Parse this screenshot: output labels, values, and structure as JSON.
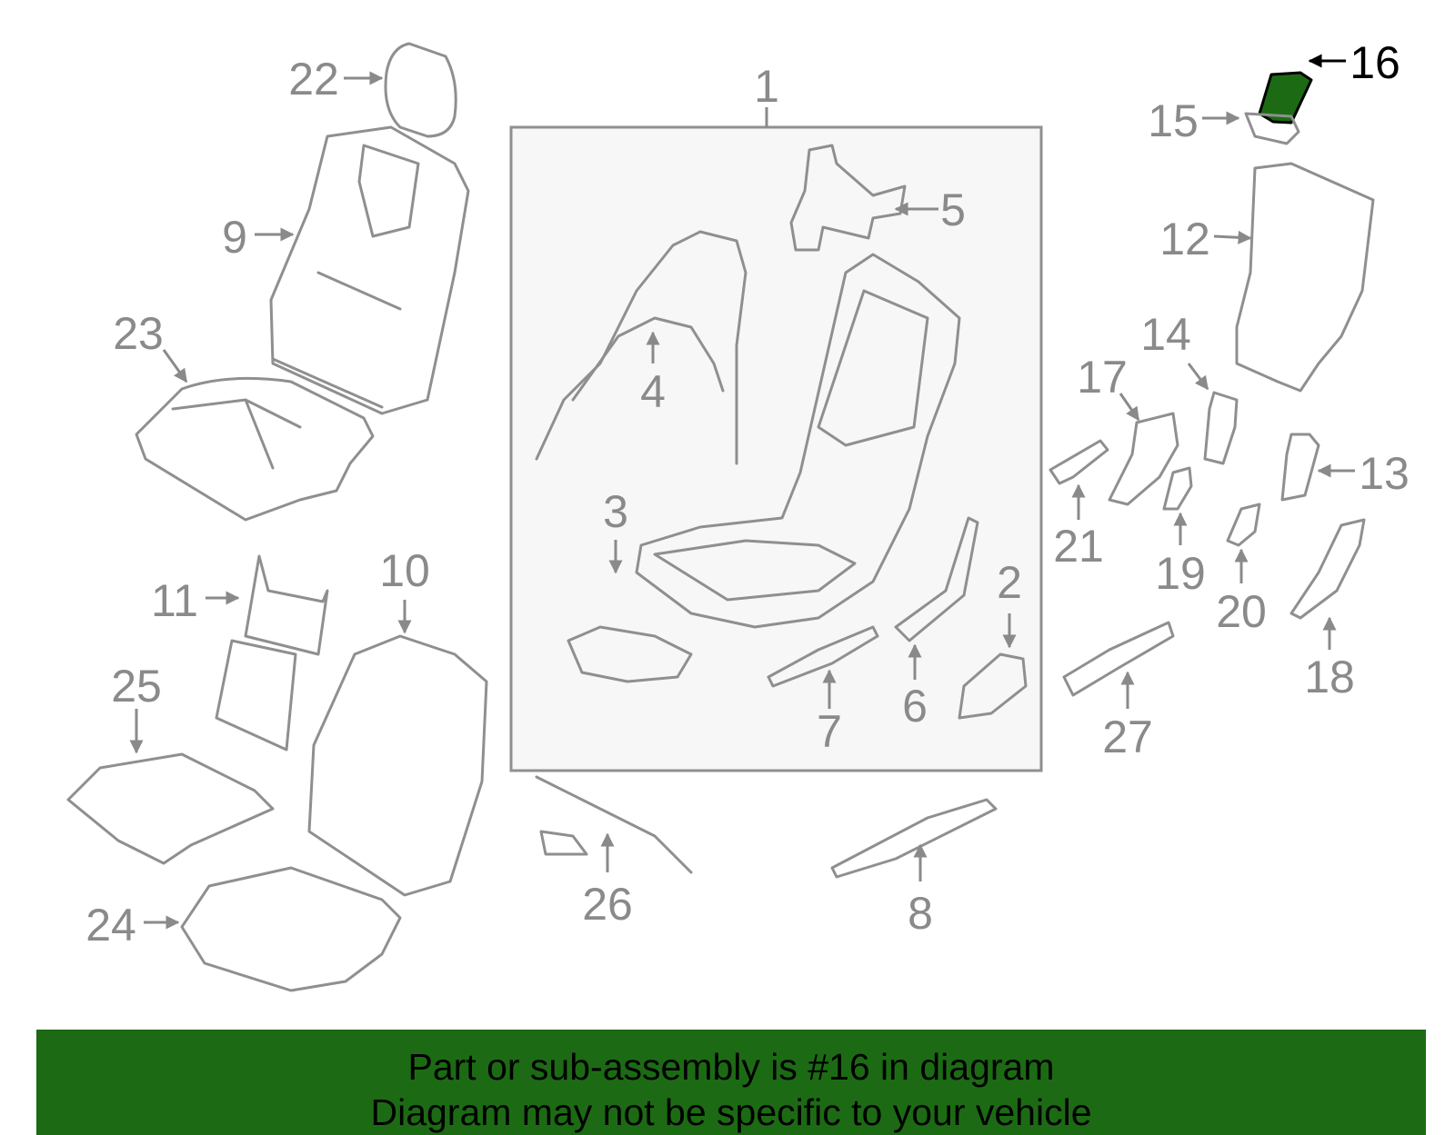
{
  "diagram": {
    "highlighted_part": "16",
    "highlight_color": "#1c6b14",
    "part_color": "#8f8f8f",
    "callouts": [
      "1",
      "2",
      "3",
      "4",
      "5",
      "6",
      "7",
      "8",
      "9",
      "10",
      "11",
      "12",
      "13",
      "14",
      "15",
      "16",
      "17",
      "18",
      "19",
      "20",
      "21",
      "22",
      "23",
      "24",
      "25",
      "26",
      "27"
    ]
  },
  "banner": {
    "line1": "Part or sub-assembly is #16 in diagram",
    "line2": "Diagram may not be specific to your vehicle",
    "background": "#1c6b14"
  }
}
